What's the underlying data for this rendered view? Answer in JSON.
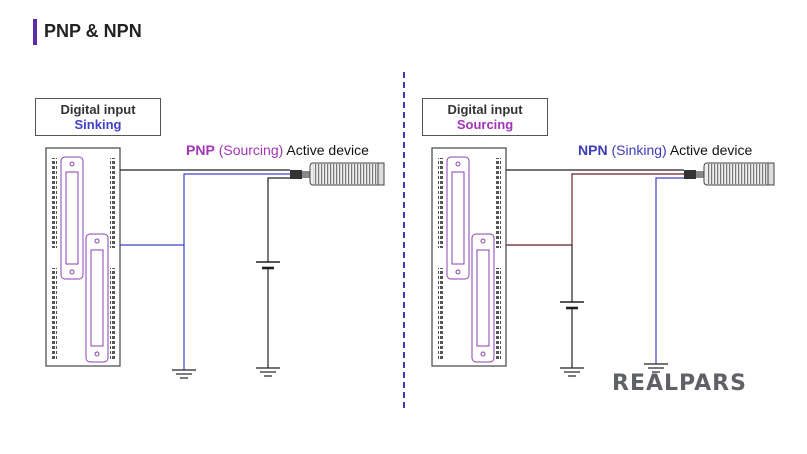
{
  "title": "PNP & NPN",
  "left": {
    "box_line1": "Digital input",
    "box_line2": "Sinking",
    "label_type": "PNP",
    "label_mode": "(Sourcing)",
    "label_device": "Active device"
  },
  "right": {
    "box_line1": "Digital input",
    "box_line2": "Sourcing",
    "label_type": "NPN",
    "label_mode": "(Sinking)",
    "label_device": "Active device"
  },
  "logo": "REALPARS",
  "colors": {
    "accent": "#5b2ca8",
    "blue": "#4040c8",
    "purple": "#a234b8",
    "wire_dark": "#222222",
    "wire_brown": "#6a1f2a"
  }
}
